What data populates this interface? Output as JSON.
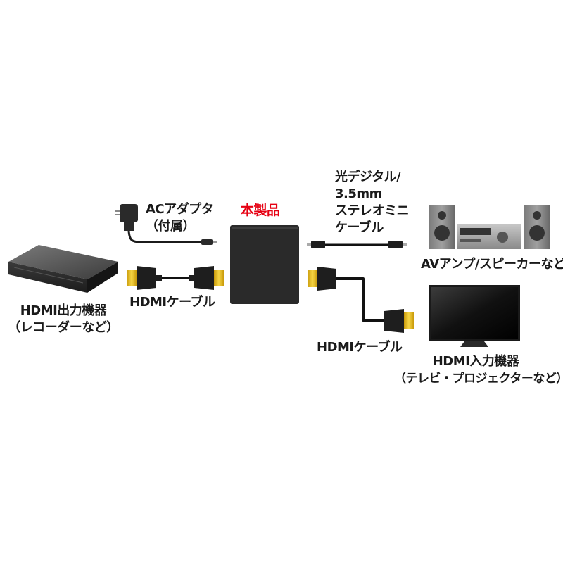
{
  "labels": {
    "source_device": [
      "HDMI出力機器",
      "（レコーダーなど）"
    ],
    "ac_adapter": [
      "ACアダプタ",
      "（付属）"
    ],
    "product": "本製品",
    "hdmi_cable_left": "HDMIケーブル",
    "optical_cable": [
      "光デジタル/",
      "3.5mm",
      "ステレオミニ",
      "ケーブル"
    ],
    "audio_device": "AVアンプ/スピーカーなど",
    "hdmi_cable_right": "HDMIケーブル",
    "display_device": [
      "HDMI入力機器",
      "（テレビ・プロジェクターなど）"
    ]
  },
  "colors": {
    "accent": "#e60012",
    "device_body": "#2b2b2b",
    "cable": "#1b1b1b",
    "connector_gold": "#e3b514"
  }
}
